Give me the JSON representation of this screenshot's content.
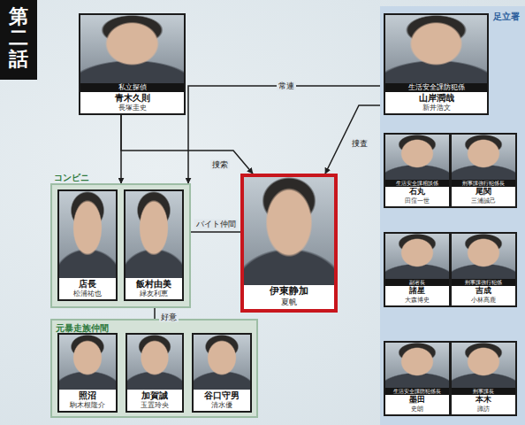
{
  "diagram": {
    "title": "第二話",
    "nodes": [
      {
        "text": [
          "私立探偵",
          "青木久則",
          "長塚圭史"
        ]
      },
      {
        "text": [
          "足立署"
        ]
      },
      {
        "text": [
          "生活安全課防犯係",
          "山岸潤哉",
          "新井浩文"
        ],
        "in": 1
      },
      {
        "text": [
          "生活安全課相談係",
          "石丸",
          "田窪一世"
        ],
        "in": 1
      },
      {
        "text": [
          "刑事課強行犯係長",
          "尾関",
          "三浦誠己"
        ],
        "in": 1
      },
      {
        "text": [
          "副署長",
          "諸星",
          "大森博史"
        ],
        "in": 1
      },
      {
        "text": [
          "刑事課強行犯係",
          "吉成",
          "小林高鹿"
        ],
        "in": 1
      },
      {
        "text": [
          "生活安全課防犯係長",
          "墨田",
          "史朗"
        ],
        "in": 1
      },
      {
        "text": [
          "刑事課長",
          "本木",
          "諏訪"
        ],
        "in": 1
      },
      {
        "text": [
          "コンビニ"
        ]
      },
      {
        "text": [
          "店長",
          "松浦祐也"
        ],
        "in": 9
      },
      {
        "text": [
          "飯村由美",
          "緑友利恵"
        ],
        "in": 9
      },
      {
        "text": [
          "伊東静加",
          "夏帆"
        ]
      },
      {
        "text": [
          "元暴走族仲間"
        ]
      },
      {
        "text": [
          "照沼",
          "駒木根隆介"
        ],
        "in": 13
      },
      {
        "text": [
          "加賀誠",
          "玉置玲央"
        ],
        "in": 13
      },
      {
        "text": [
          "谷口守男",
          "清水優"
        ],
        "in": 13
      }
    ],
    "edges": [
      {
        "from": 2,
        "to": 9,
        "label": "常連",
        "arrow": "to"
      },
      {
        "from": 0,
        "to": 9,
        "arrow": "to"
      },
      {
        "from": 0,
        "to": 12,
        "label": "捜索",
        "arrow": "to"
      },
      {
        "from": 2,
        "to": 12,
        "label": "捜査",
        "arrow": "to"
      },
      {
        "from": 12,
        "to": 11,
        "label": "バイト仲間",
        "arrow": "none"
      },
      {
        "from": 15,
        "to": 11,
        "label": "好意",
        "arrow": "to"
      }
    ]
  }
}
